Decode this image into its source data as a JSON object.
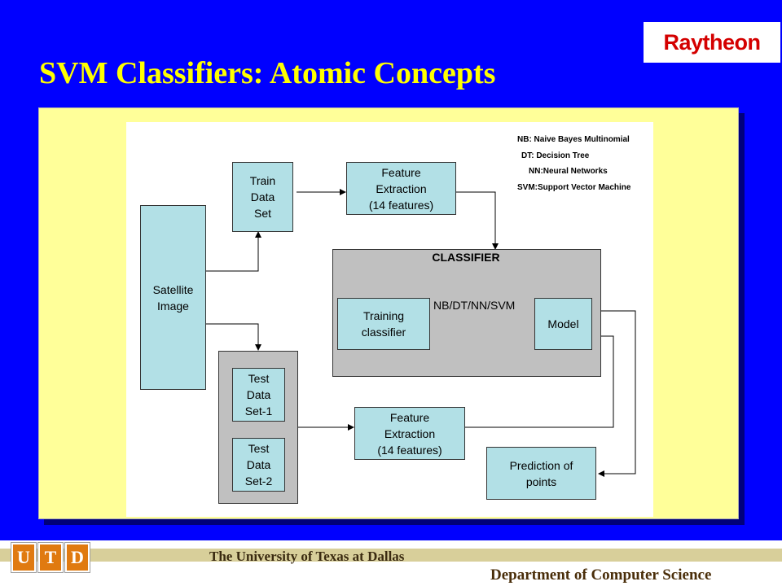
{
  "slide": {
    "title": "SVM Classifiers: Atomic Concepts",
    "logo_text": "Raytheon"
  },
  "diagram": {
    "legend": [
      "NB: Naive Bayes Multinomial",
      "DT: Decision Tree",
      "NN:Neural Networks",
      "SVM:Support Vector Machine"
    ],
    "nodes": {
      "satellite_image": "Satellite\nImage",
      "train_data_set": "Train\nData\nSet",
      "feature_extraction_top": "Feature\nExtraction\n(14 features)",
      "classifier_title": "CLASSIFIER",
      "training_classifier": "Training\nclassifier",
      "model": "Model",
      "test_data_set_1": "Test\nData\nSet-1",
      "test_data_set_2": "Test\nData\nSet-2",
      "feature_extraction_bottom": "Feature\nExtraction\n(14 features)",
      "prediction_of_points": "Prediction of\npoints"
    },
    "edge_label": "NB/DT/NN/SVM"
  },
  "footer": {
    "logo_letters": [
      "U",
      "T",
      "D"
    ],
    "university": "The University of Texas at Dallas",
    "department": "Department of Computer Science"
  },
  "colors": {
    "background": "#0000ff",
    "title": "#ffff00",
    "panel": "#ffff99",
    "node_fill": "#b2e0e6",
    "classifier_fill": "#c0c0c0",
    "logo_red": "#d40000",
    "utd_orange": "#e07a10"
  }
}
